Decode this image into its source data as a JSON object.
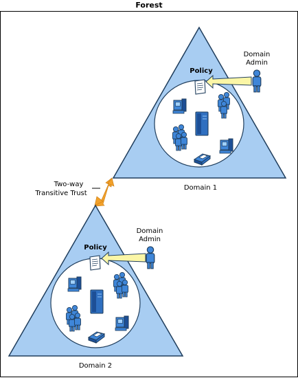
{
  "forest": {
    "title": "Forest"
  },
  "domain1": {
    "label": "Domain 1",
    "policy": "Policy",
    "admin_line1": "Domain",
    "admin_line2": "Admin"
  },
  "domain2": {
    "label": "Domain 2",
    "policy": "Policy",
    "admin_line1": "Domain",
    "admin_line2": "Admin"
  },
  "trust": {
    "line1": "Two-way",
    "line2": "Transitive Trust"
  },
  "colors": {
    "triangle_fill": "#a8cdf2",
    "outline": "#1f3d5c",
    "circle_fill": "#ffffff",
    "icon_blue": "#3f86d8",
    "icon_dark": "#1d4f96",
    "arrow": "#f2a12a",
    "arrow_light": "#fbf6a6",
    "frame": "#000000"
  },
  "icons": [
    "workstation-icon",
    "users-icon",
    "server-icon",
    "user-group-icon",
    "printer-icon",
    "scanner-icon",
    "policy-scroll-icon",
    "admin-user-icon",
    "trust-arrow-icon"
  ]
}
